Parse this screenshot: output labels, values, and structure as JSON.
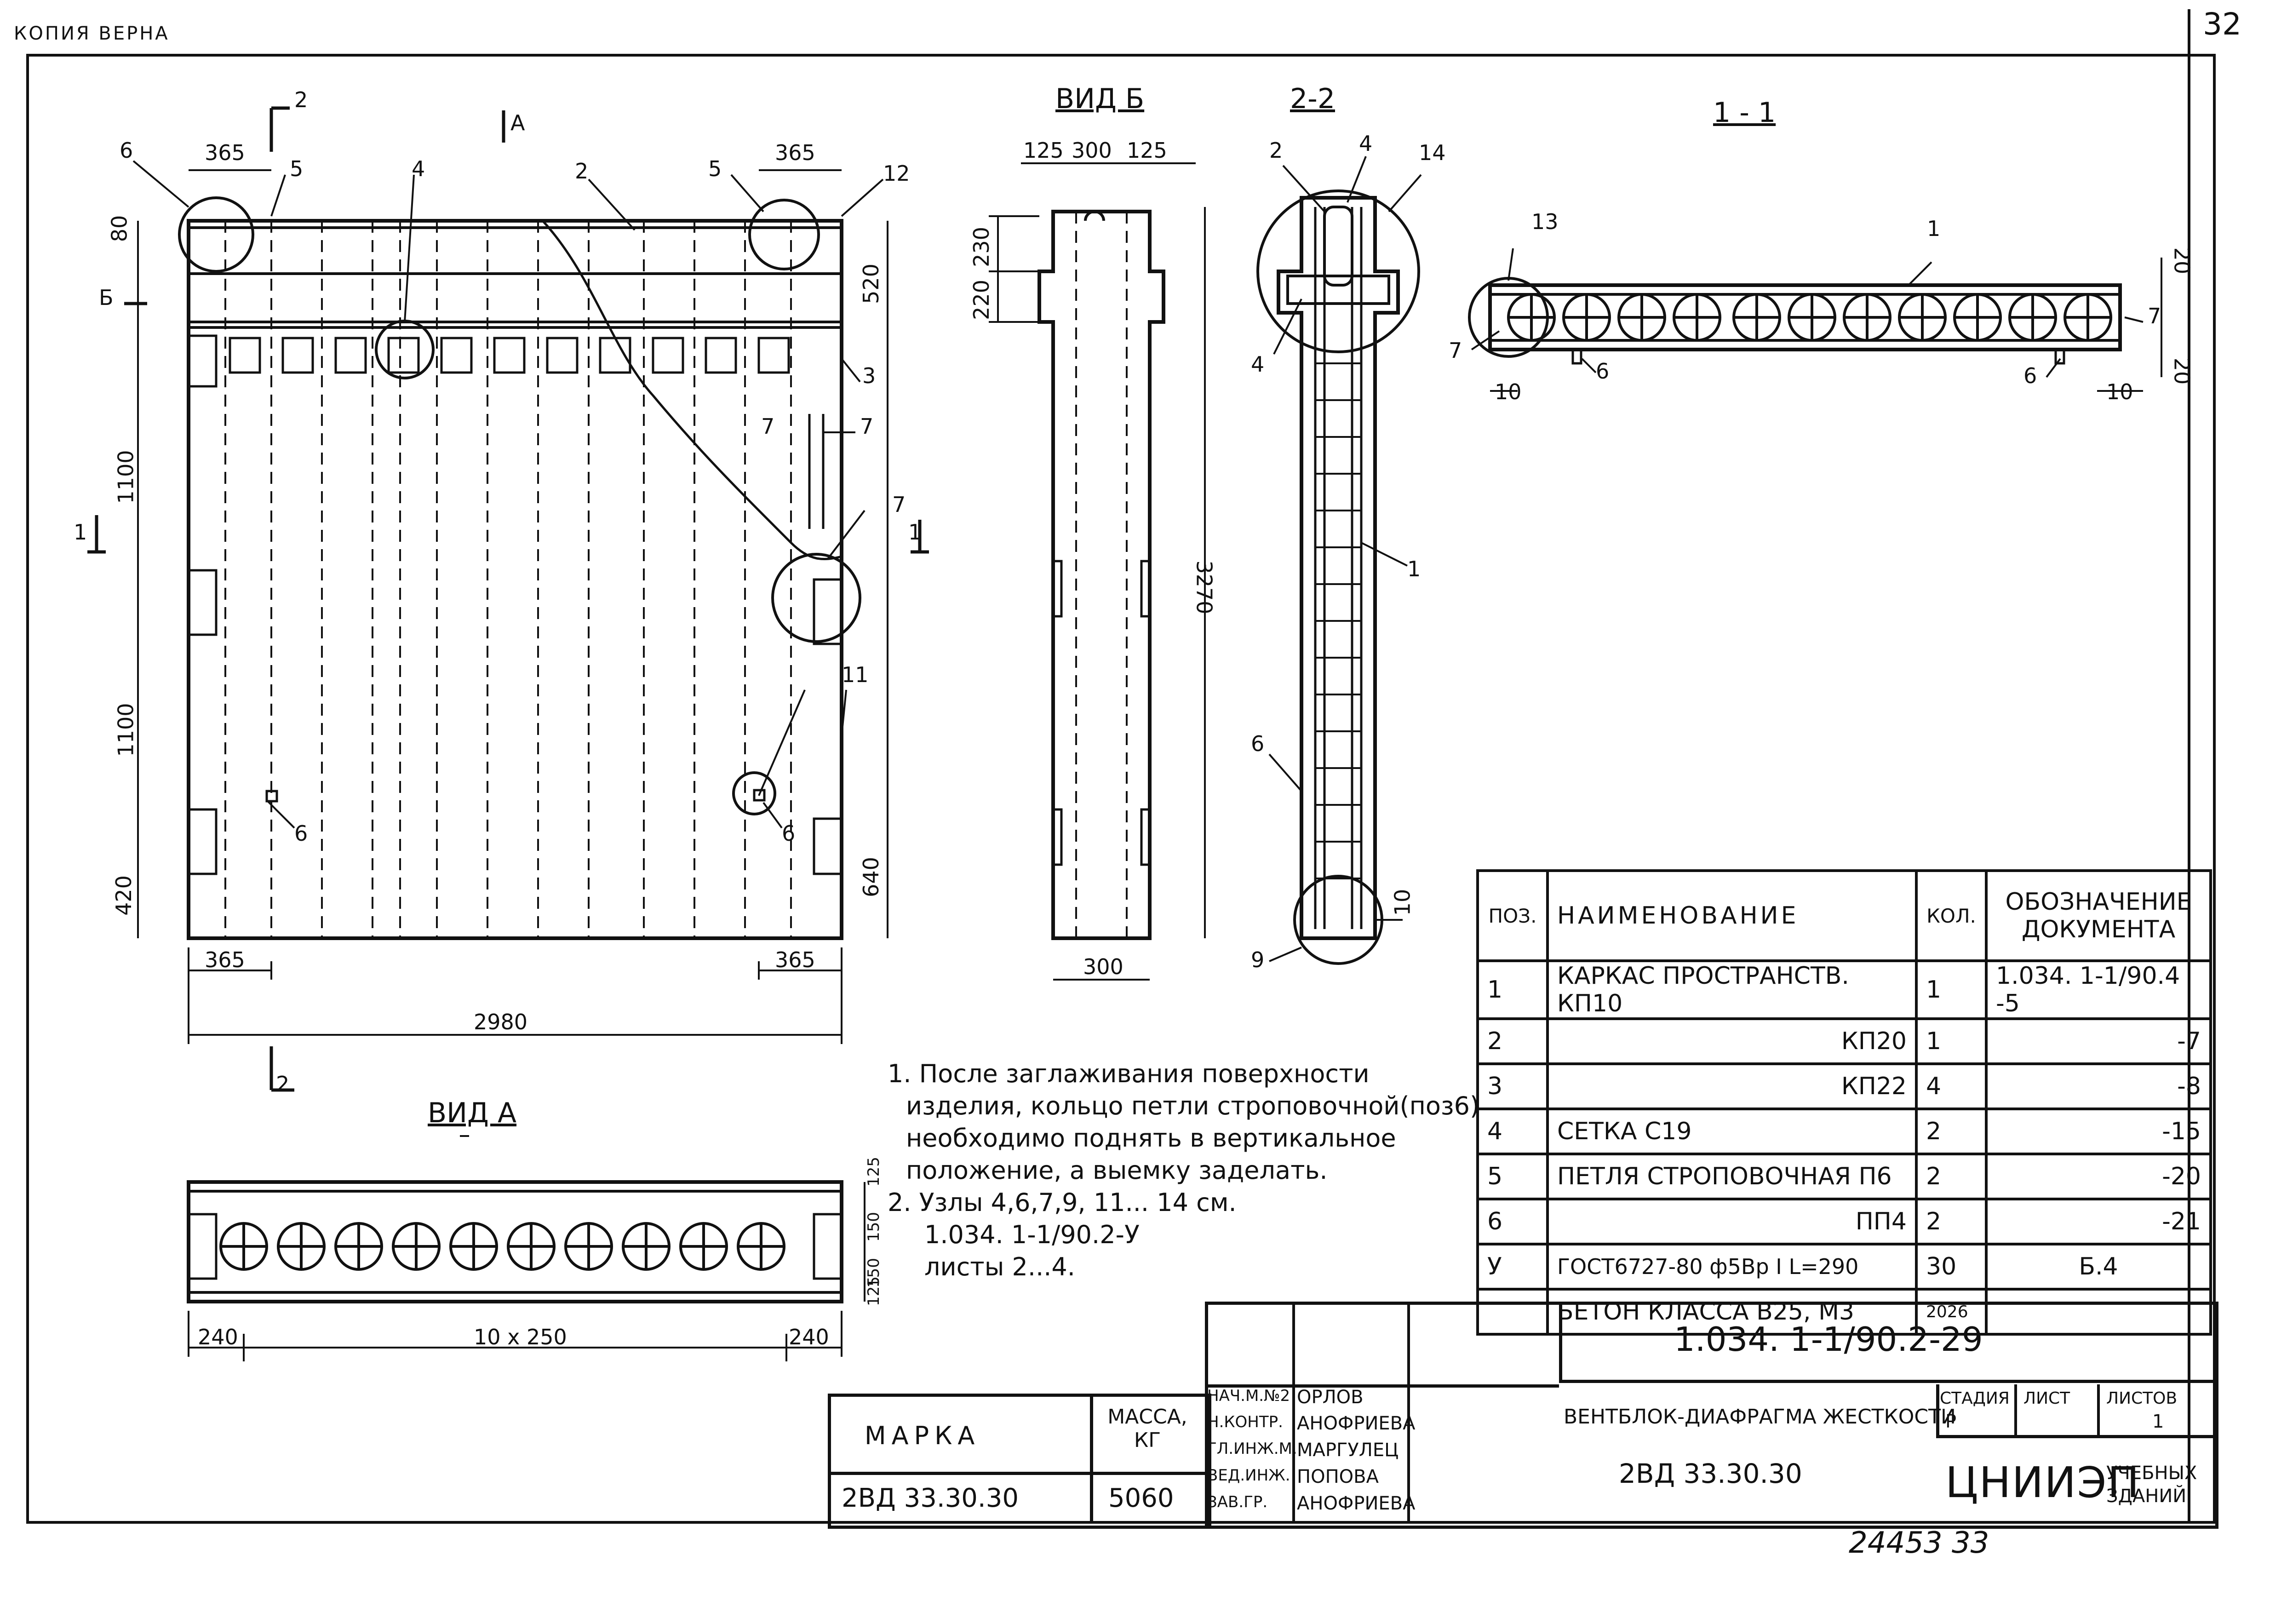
{
  "stamp": "КОПИЯ ВЕРНА",
  "sheet_corner": "32",
  "front_view": {
    "section_marks": [
      "2",
      "2",
      "1",
      "1"
    ],
    "view_arrows": [
      "А",
      "Б"
    ],
    "callouts": [
      "6",
      "5",
      "4",
      "2",
      "5",
      "12",
      "3",
      "7",
      "7",
      "7",
      "11",
      "6",
      "6"
    ],
    "dims_top": [
      "365",
      "365"
    ],
    "dims_left": [
      "80",
      "1100",
      "1100",
      "420"
    ],
    "dims_right": [
      "520",
      "640"
    ],
    "dims_bottom": [
      "365",
      "365",
      "2980"
    ]
  },
  "view_b": {
    "title": "ВИД Б",
    "dims_top": [
      "125",
      "300",
      "125"
    ],
    "dims_left": [
      "230",
      "220"
    ],
    "dim_height": "3270",
    "dim_bottom": "300"
  },
  "section_22": {
    "title": "2-2",
    "callouts": [
      "2",
      "4",
      "14",
      "4",
      "1",
      "6",
      "9"
    ],
    "dim": "10"
  },
  "section_11": {
    "title": "1 - 1",
    "callouts": [
      "13",
      "1",
      "7",
      "6",
      "6",
      "7"
    ],
    "dims": [
      "20",
      "20",
      "10",
      "10"
    ]
  },
  "view_a": {
    "title": "ВИД А",
    "dims_bottom": [
      "240",
      "10 x 250",
      "240"
    ],
    "dims_right": [
      "125",
      "150",
      "150",
      "125"
    ]
  },
  "notes": [
    "1. После заглаживания поверхности",
    "изделия, кольцо петли строповочной(поз6)",
    "необходимо поднять в вертикальное",
    "положение, а выемку заделать.",
    "2. Узлы 4,6,7,9, 11... 14 см.",
    "1.034. 1-1/90.2-У",
    "листы 2...4."
  ],
  "spec": {
    "headers": [
      "ПОЗ.",
      "НАИМЕНОВАНИЕ",
      "КОЛ.",
      "ОБОЗНАЧЕНИЕ ДОКУМЕНТА"
    ],
    "rows": [
      [
        "1",
        "КАРКАС ПРОСТРАНСТВ. КП10",
        "1",
        "1.034. 1-1/90.4 -5"
      ],
      [
        "2",
        "КП20",
        "1",
        "-7"
      ],
      [
        "3",
        "КП22",
        "4",
        "-8"
      ],
      [
        "4",
        "СЕТКА С19",
        "2",
        "-15"
      ],
      [
        "5",
        "ПЕТЛЯ СТРОПОВОЧНАЯ П6",
        "2",
        "-20"
      ],
      [
        "6",
        "ПП4",
        "2",
        "-21"
      ],
      [
        "У",
        "ГОСТ6727-80 ф5Вр I L=290",
        "30",
        "Б.4"
      ],
      [
        "",
        "БЕТОН КЛАССА В25, М3",
        "2026",
        ""
      ]
    ]
  },
  "title_block": {
    "doc_code": "1.034. 1-1/90.2-29",
    "marka_label": "МАРКА",
    "mass_label": "МАССА, КГ",
    "marka": "2ВД 33.30.30",
    "mass": "5060",
    "roles": [
      "НАЧ.М.№2",
      "Н.КОНТР.",
      "ГЛ.ИНЖ.М.",
      "ВЕД.ИНЖ.",
      "ЗАВ.ГР."
    ],
    "names": [
      "ОРЛОВ",
      "АНОФРИЕВА",
      "МАРГУЛЕЦ",
      "ПОПОВА",
      "АНОФРИЕВА"
    ],
    "title": "ВЕНТБЛОК-ДИАФРАГМА ЖЕСТКОСТИ",
    "subtitle": "2ВД 33.30.30",
    "stage_label": "СТАДИЯ",
    "sheet_label": "ЛИСТ",
    "sheets_label": "ЛИСТОВ",
    "stage": "Р",
    "sheet": "",
    "sheets": "1",
    "org": "ЦНИИЭП",
    "org_sub1": "УЧЕБНЫХ",
    "org_sub2": "ЗДАНИЙ"
  },
  "bottom_number": "24453   33"
}
